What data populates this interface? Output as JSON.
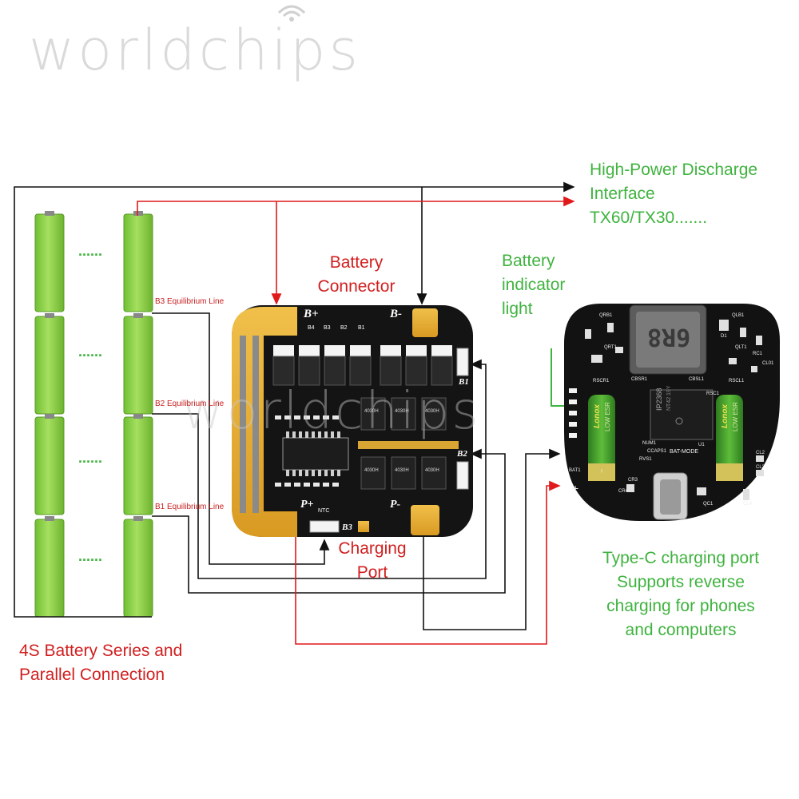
{
  "watermark": {
    "brand": "worldchips"
  },
  "labels": {
    "discharge_line1": "High-Power Discharge",
    "discharge_line2": "Interface",
    "discharge_line3": "TX60/TX30.......",
    "battery_connector_line1": "Battery",
    "battery_connector_line2": "Connector",
    "indicator_line1": "Battery",
    "indicator_line2": "indicator",
    "indicator_line3": "light",
    "charging_port_line1": "Charging",
    "charging_port_line2": "Port",
    "typec_line1": "Type-C charging port",
    "typec_line2": "Supports reverse",
    "typec_line3": "charging for phones",
    "typec_line4": "and computers",
    "battery_series_line1": "4S Battery Series and",
    "battery_series_line2": "Parallel Connection",
    "b3_line": "B3 Equilibrium Line",
    "b2_line": "B2 Equilibrium Line",
    "b1_line": "B1 Equilibrium Line",
    "dots": "......"
  },
  "bms_board": {
    "pad_bplus": "B+",
    "pad_bminus": "B-",
    "pad_pplus": "P+",
    "pad_pminus": "P-",
    "pad_b1": "B1",
    "pad_b2": "B2",
    "pad_b3": "B3",
    "pad_ntc": "NTC",
    "mosfet_text": "4030H",
    "b_taps": [
      "B4",
      "B3",
      "B2",
      "B1"
    ]
  },
  "charger_board": {
    "inductor_marking": "6R8",
    "chip_marking": "IP2368",
    "chip_sub": "NT42 19Y",
    "cap_text": "Lonox",
    "cap_sub": "LOW ESR",
    "bat_mode": "BAT-MODE",
    "silk_labels": [
      "QRB1",
      "QLB1",
      "QRT1",
      "QLT1",
      "CBSR1",
      "CBSL1",
      "RSCR1",
      "RSC1",
      "RSCL1",
      "CL01",
      "RC1",
      "D1",
      "QC1",
      "CL4",
      "CR4",
      "CR3",
      "BAT1",
      "NUM1",
      "RVS1",
      "CCAPS1",
      "U1",
      "CL2",
      "CL3"
    ]
  },
  "colors": {
    "label_green": "#3fb33f",
    "label_red": "#d11f1f",
    "wire_black": "#111111",
    "wire_red": "#e0191b",
    "battery_green": "#8fd24a",
    "pcb_black": "#141414",
    "gold_pad": "#e8b23a",
    "capacitor_green": "#3a9a2a"
  }
}
